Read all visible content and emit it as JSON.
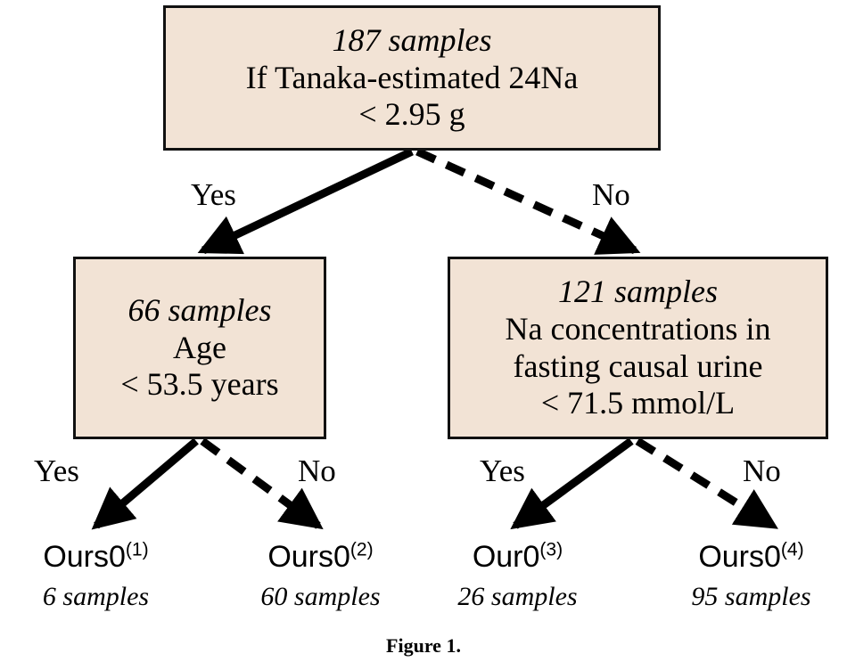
{
  "figure": {
    "caption": "Figure 1.",
    "background_color": "#ffffff",
    "node_fill_color": "#f2e3d5",
    "node_border_color": "#111111",
    "text_color": "#000000"
  },
  "tree": {
    "type": "decision-tree",
    "root": {
      "count_label": "187 samples",
      "condition_line1": "If Tanaka-estimated 24Na",
      "condition_line2": "< 2.95 g",
      "yes_label": "Yes",
      "no_label": "No"
    },
    "left_node": {
      "count_label": "66 samples",
      "condition_line1": "Age",
      "condition_line2": "< 53.5 years",
      "yes_label": "Yes",
      "no_label": "No"
    },
    "right_node": {
      "count_label": "121 samples",
      "condition_line1": "Na concentrations in",
      "condition_line2": "fasting causal urine",
      "condition_line3": "< 71.5 mmol/L",
      "yes_label": "Yes",
      "no_label": "No"
    },
    "leaves": [
      {
        "name": "Ours0",
        "superscript": "(1)",
        "count_label": "6 samples",
        "branch": "yes"
      },
      {
        "name": "Ours0",
        "superscript": "(2)",
        "count_label": "60 samples",
        "branch": "no"
      },
      {
        "name": "Our0",
        "superscript": "(3)",
        "count_label": "26 samples",
        "branch": "yes"
      },
      {
        "name": "Ours0",
        "superscript": "(4)",
        "count_label": "95 samples",
        "branch": "no"
      }
    ],
    "edge_styles": {
      "yes": "solid-arrow",
      "no": "dashed-arrow"
    }
  }
}
